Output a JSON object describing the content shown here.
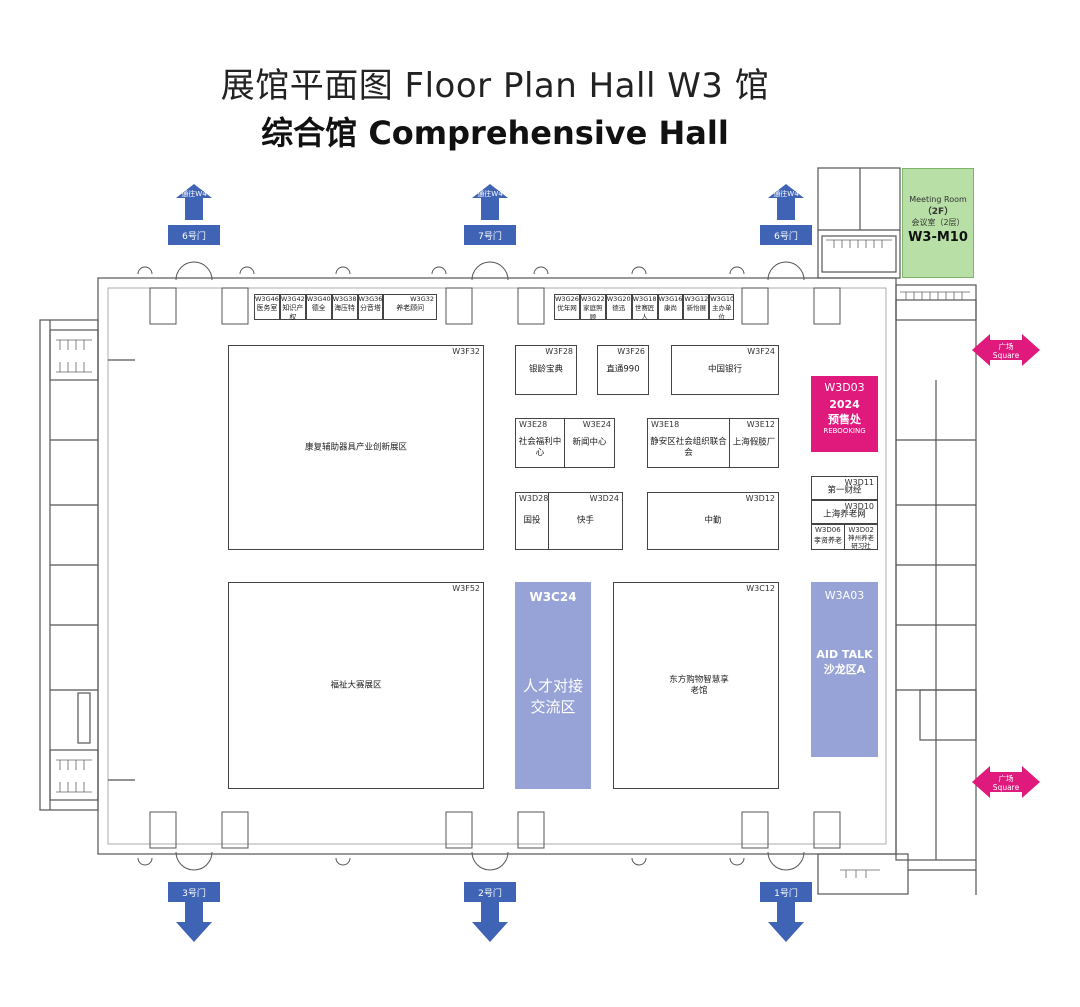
{
  "title": {
    "line1": "展馆平面图  Floor Plan   Hall W3 馆",
    "line2": "综合馆 Comprehensive Hall"
  },
  "colors": {
    "primary_blue": "#3f63b5",
    "pink": "#e0197d",
    "purple": "#97a3d6",
    "green": "#b7dfa6"
  },
  "exits_top": [
    {
      "to": "通往W4",
      "gate": "6号门"
    },
    {
      "to": "通往W4",
      "gate": "7号门"
    },
    {
      "to": "通往W4",
      "gate": "6号门"
    }
  ],
  "exits_bottom": [
    {
      "gate": "3号门"
    },
    {
      "gate": "2号门"
    },
    {
      "gate": "1号门"
    }
  ],
  "squares": [
    {
      "label_cn": "广场",
      "label_en": "Square"
    },
    {
      "label_cn": "广场",
      "label_en": "Square"
    }
  ],
  "meeting_room": {
    "en": "Meeting Room",
    "floor": "（2F）",
    "cn": "会议室（2层）",
    "code": "W3-M10"
  },
  "top_small_left": [
    {
      "code": "W3G46",
      "name": "医务室"
    },
    {
      "code": "W3G42",
      "name": "知识产权"
    },
    {
      "code": "W3G40",
      "name": "德全"
    },
    {
      "code": "W3G38",
      "name": "海压特"
    },
    {
      "code": "W3G36",
      "name": "分音塔"
    },
    {
      "code": "W3G32",
      "name": "养老顾问"
    }
  ],
  "top_small_right": [
    {
      "code": "W3G26",
      "name": "优年网"
    },
    {
      "code": "W3G22",
      "name": "家庭照顾"
    },
    {
      "code": "W3G20",
      "name": "德迅"
    },
    {
      "code": "W3G18",
      "name": "世赛匠人"
    },
    {
      "code": "W3G16",
      "name": "康尚"
    },
    {
      "code": "W3G12",
      "name": "新怡展"
    },
    {
      "code": "W3G10",
      "name": "主办单位"
    }
  ],
  "booths": {
    "W3F32": {
      "code": "W3F32",
      "name": "康复辅助器具产业创新展区"
    },
    "W3F52": {
      "code": "W3F52",
      "name": "福祉大赛展区"
    },
    "W3F28": {
      "code": "W3F28",
      "name": "银龄宝典"
    },
    "W3F26": {
      "code": "W3F26",
      "name": "直通990"
    },
    "W3F24": {
      "code": "W3F24",
      "name": "中国银行"
    },
    "W3E28": {
      "code": "W3E28",
      "name": "社会福利中心"
    },
    "W3E24": {
      "code": "W3E24",
      "name": "新闻中心"
    },
    "W3E18": {
      "code": "W3E18",
      "name": "静安区社会组织联合会"
    },
    "W3E12": {
      "code": "W3E12",
      "name": "上海假肢厂"
    },
    "W3D28": {
      "code": "W3D28",
      "name": "国投"
    },
    "W3D24": {
      "code": "W3D24",
      "name": "快手"
    },
    "W3D12": {
      "code": "W3D12",
      "name": "中勤"
    },
    "W3C12": {
      "code": "W3C12",
      "name": "东方购物智慧享老馆"
    },
    "W3D11": {
      "code": "W3D11",
      "name": "第一财经"
    },
    "W3D10": {
      "code": "W3D10",
      "name": "上海养老网"
    },
    "W3D06": {
      "code": "W3D06",
      "name": "孝贤养老"
    },
    "W3D02": {
      "code": "W3D02",
      "name": "神州养老研习社"
    }
  },
  "highlight": {
    "W3D03": {
      "code": "W3D03",
      "year": "2024",
      "cn": "预售处",
      "en": "REBOOKING"
    },
    "W3C24": {
      "code": "W3C24",
      "cn": "人才对接交流区"
    },
    "W3A03": {
      "code": "W3A03",
      "en": "AID TALK",
      "cn": "沙龙区A"
    }
  }
}
